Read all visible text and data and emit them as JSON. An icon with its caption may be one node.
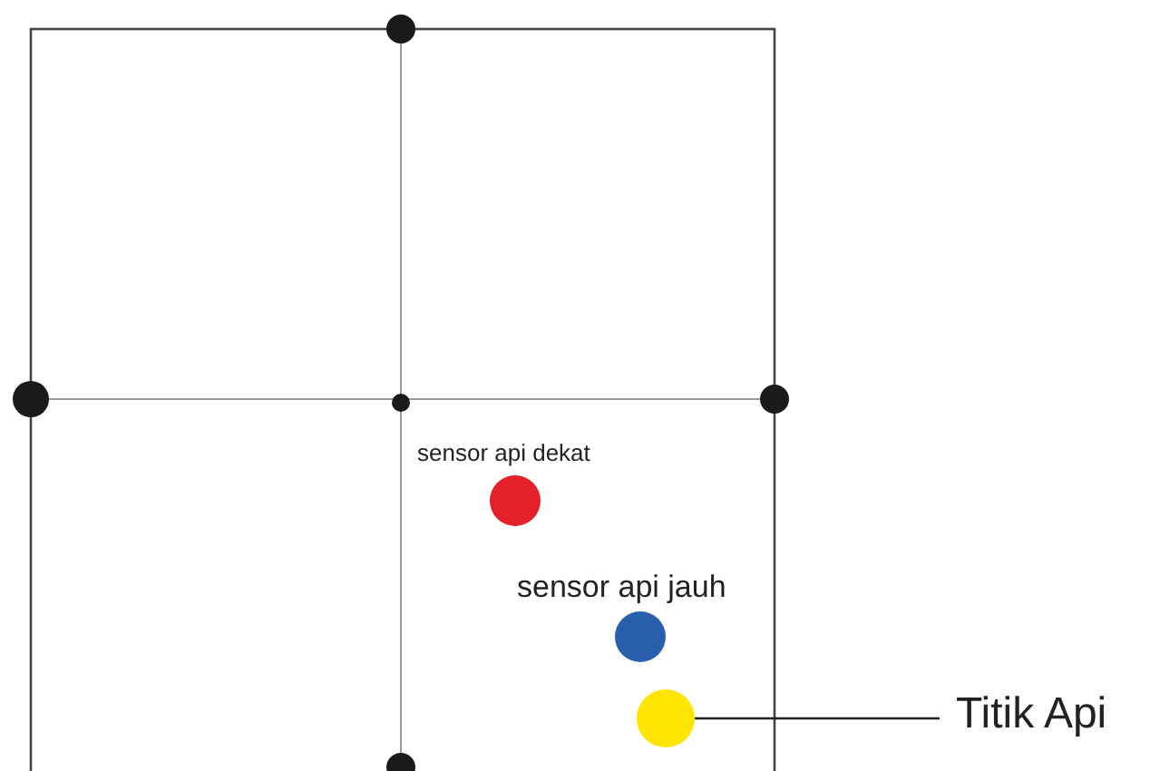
{
  "diagram": {
    "nodes": [
      {
        "text": [],
        "shape": "circle",
        "beside": [
          "sensor api dekat"
        ]
      },
      {
        "text": [],
        "shape": "circle",
        "beside": [
          "sensor api jauh"
        ]
      },
      {
        "text": [],
        "shape": "circle"
      },
      {
        "text": [
          "Titik Api"
        ]
      }
    ],
    "edges": [
      {
        "from": 3,
        "to": 2,
        "arrow": "none"
      }
    ]
  }
}
